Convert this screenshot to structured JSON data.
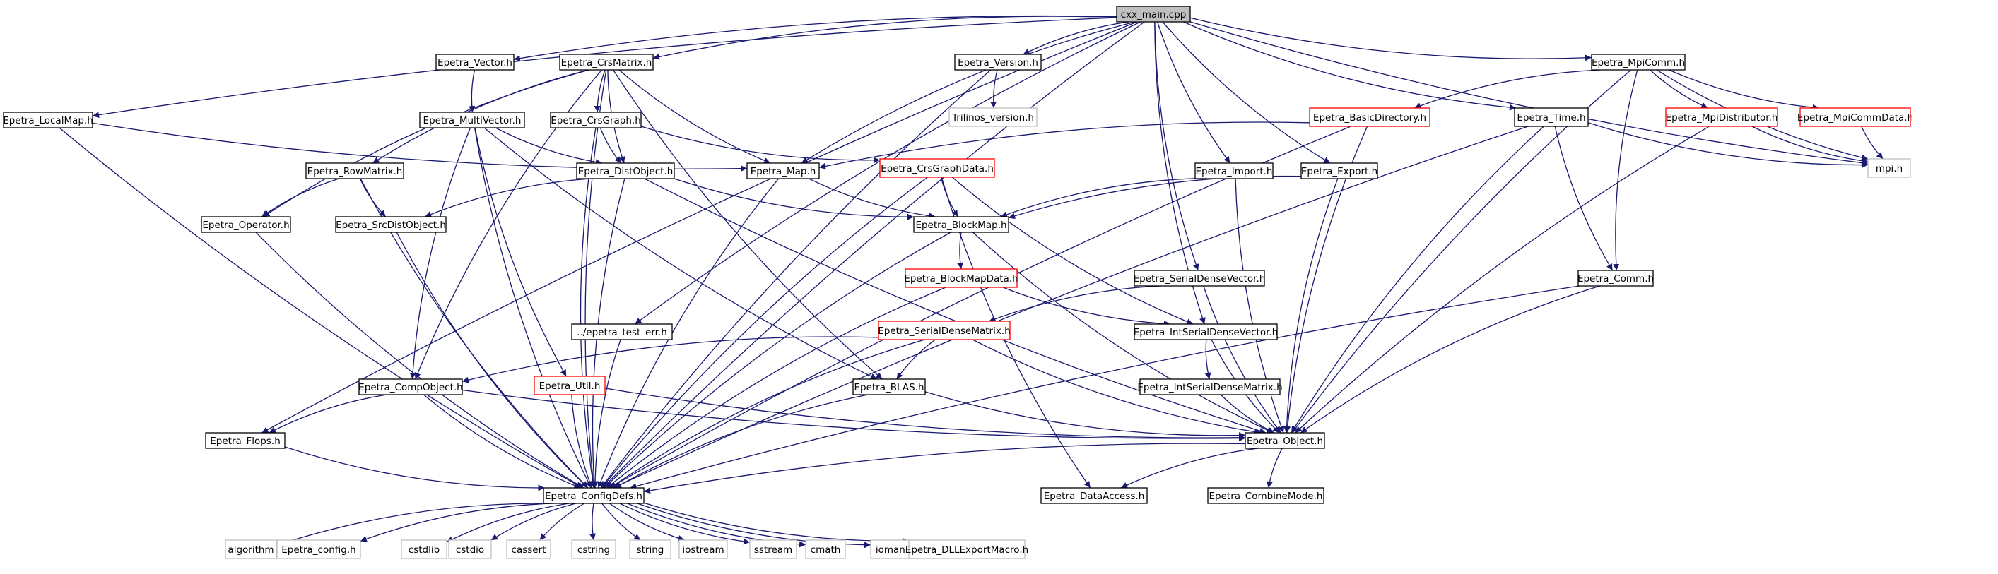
{
  "colors": {
    "edge": "#191970",
    "border_default": "#000000",
    "border_red": "#ff0000",
    "border_gray": "#bfbfbf",
    "fill_root": "#bfbfbf",
    "fill_default": "#ffffff"
  },
  "nodes": [
    {
      "id": "cxx_main",
      "label": "cxx_main.cpp",
      "style": "root"
    },
    {
      "id": "vector",
      "label": "Epetra_Vector.h",
      "style": "normal"
    },
    {
      "id": "crsmatrix",
      "label": "Epetra_CrsMatrix.h",
      "style": "normal"
    },
    {
      "id": "version",
      "label": "Epetra_Version.h",
      "style": "normal"
    },
    {
      "id": "mpicomm",
      "label": "Epetra_MpiComm.h",
      "style": "normal"
    },
    {
      "id": "localmap",
      "label": "Epetra_LocalMap.h",
      "style": "normal"
    },
    {
      "id": "multivector",
      "label": "Epetra_MultiVector.h",
      "style": "normal"
    },
    {
      "id": "crsgraph",
      "label": "Epetra_CrsGraph.h",
      "style": "normal"
    },
    {
      "id": "trilinos_version",
      "label": "Trilinos_version.h",
      "style": "gray"
    },
    {
      "id": "basicdirectory",
      "label": "Epetra_BasicDirectory.h",
      "style": "red"
    },
    {
      "id": "time",
      "label": "Epetra_Time.h",
      "style": "normal"
    },
    {
      "id": "mpidistributor",
      "label": "Epetra_MpiDistributor.h",
      "style": "red"
    },
    {
      "id": "mpicommdata",
      "label": "Epetra_MpiCommData.h",
      "style": "red"
    },
    {
      "id": "rowmatrix",
      "label": "Epetra_RowMatrix.h",
      "style": "normal"
    },
    {
      "id": "distobject",
      "label": "Epetra_DistObject.h",
      "style": "normal"
    },
    {
      "id": "map",
      "label": "Epetra_Map.h",
      "style": "normal"
    },
    {
      "id": "crsgraphdata",
      "label": "Epetra_CrsGraphData.h",
      "style": "red"
    },
    {
      "id": "import",
      "label": "Epetra_Import.h",
      "style": "normal"
    },
    {
      "id": "export",
      "label": "Epetra_Export.h",
      "style": "normal"
    },
    {
      "id": "mpi",
      "label": "mpi.h",
      "style": "gray"
    },
    {
      "id": "operator",
      "label": "Epetra_Operator.h",
      "style": "normal"
    },
    {
      "id": "srcdistobject",
      "label": "Epetra_SrcDistObject.h",
      "style": "normal"
    },
    {
      "id": "blockmap",
      "label": "Epetra_BlockMap.h",
      "style": "normal"
    },
    {
      "id": "blockmapdata",
      "label": "Epetra_BlockMapData.h",
      "style": "red"
    },
    {
      "id": "serialdensevector",
      "label": "Epetra_SerialDenseVector.h",
      "style": "normal"
    },
    {
      "id": "comm",
      "label": "Epetra_Comm.h",
      "style": "normal"
    },
    {
      "id": "test_err",
      "label": "../epetra_test_err.h",
      "style": "normal"
    },
    {
      "id": "serialdensematrix",
      "label": "Epetra_SerialDenseMatrix.h",
      "style": "red"
    },
    {
      "id": "intserialdensevector",
      "label": "Epetra_IntSerialDenseVector.h",
      "style": "normal"
    },
    {
      "id": "compobject",
      "label": "Epetra_CompObject.h",
      "style": "normal"
    },
    {
      "id": "util",
      "label": "Epetra_Util.h",
      "style": "red"
    },
    {
      "id": "blas",
      "label": "Epetra_BLAS.h",
      "style": "normal"
    },
    {
      "id": "intserialdensematrix",
      "label": "Epetra_IntSerialDenseMatrix.h",
      "style": "normal"
    },
    {
      "id": "flops",
      "label": "Epetra_Flops.h",
      "style": "normal"
    },
    {
      "id": "object",
      "label": "Epetra_Object.h",
      "style": "normal"
    },
    {
      "id": "configdefs",
      "label": "Epetra_ConfigDefs.h",
      "style": "normal"
    },
    {
      "id": "dataaccess",
      "label": "Epetra_DataAccess.h",
      "style": "normal"
    },
    {
      "id": "combinemode",
      "label": "Epetra_CombineMode.h",
      "style": "normal"
    },
    {
      "id": "algorithm",
      "label": "algorithm",
      "style": "gray"
    },
    {
      "id": "epetra_config",
      "label": "Epetra_config.h",
      "style": "gray"
    },
    {
      "id": "cstdlib",
      "label": "cstdlib",
      "style": "gray"
    },
    {
      "id": "cstdio",
      "label": "cstdio",
      "style": "gray"
    },
    {
      "id": "cassert",
      "label": "cassert",
      "style": "gray"
    },
    {
      "id": "cstring",
      "label": "cstring",
      "style": "gray"
    },
    {
      "id": "string",
      "label": "string",
      "style": "gray"
    },
    {
      "id": "iostream",
      "label": "iostream",
      "style": "gray"
    },
    {
      "id": "sstream",
      "label": "sstream",
      "style": "gray"
    },
    {
      "id": "cmath",
      "label": "cmath",
      "style": "gray"
    },
    {
      "id": "iomanip",
      "label": "iomanip",
      "style": "gray"
    },
    {
      "id": "dllexport",
      "label": "Epetra_DLLExportMacro.h",
      "style": "gray"
    }
  ],
  "edges": [
    [
      "cxx_main",
      "vector"
    ],
    [
      "cxx_main",
      "crsmatrix"
    ],
    [
      "cxx_main",
      "version"
    ],
    [
      "cxx_main",
      "mpicomm"
    ],
    [
      "cxx_main",
      "localmap"
    ],
    [
      "cxx_main",
      "map"
    ],
    [
      "cxx_main",
      "import"
    ],
    [
      "cxx_main",
      "export"
    ],
    [
      "cxx_main",
      "time"
    ],
    [
      "cxx_main",
      "mpi"
    ],
    [
      "cxx_main",
      "serialdensevector"
    ],
    [
      "cxx_main",
      "intserialdensevector"
    ],
    [
      "cxx_main",
      "test_err"
    ],
    [
      "cxx_main",
      "flops"
    ],
    [
      "cxx_main",
      "configdefs"
    ],
    [
      "vector",
      "multivector"
    ],
    [
      "crsmatrix",
      "crsgraph"
    ],
    [
      "crsmatrix",
      "distobject"
    ],
    [
      "crsmatrix",
      "map"
    ],
    [
      "crsmatrix",
      "rowmatrix"
    ],
    [
      "crsmatrix",
      "operator"
    ],
    [
      "crsmatrix",
      "blas"
    ],
    [
      "crsmatrix",
      "compobject"
    ],
    [
      "crsmatrix",
      "configdefs"
    ],
    [
      "version",
      "trilinos_version"
    ],
    [
      "version",
      "configdefs"
    ],
    [
      "mpicomm",
      "basicdirectory"
    ],
    [
      "mpicomm",
      "mpidistributor"
    ],
    [
      "mpicomm",
      "mpicommdata"
    ],
    [
      "mpicomm",
      "comm"
    ],
    [
      "mpicomm",
      "object"
    ],
    [
      "mpicomm",
      "mpi"
    ],
    [
      "localmap",
      "map"
    ],
    [
      "localmap",
      "configdefs"
    ],
    [
      "multivector",
      "distobject"
    ],
    [
      "multivector",
      "compobject"
    ],
    [
      "multivector",
      "util"
    ],
    [
      "multivector",
      "blas"
    ],
    [
      "multivector",
      "configdefs"
    ],
    [
      "crsgraph",
      "distobject"
    ],
    [
      "crsgraph",
      "crsgraphdata"
    ],
    [
      "crsgraph",
      "configdefs"
    ],
    [
      "basicdirectory",
      "map"
    ],
    [
      "basicdirectory",
      "object"
    ],
    [
      "basicdirectory",
      "configdefs"
    ],
    [
      "time",
      "comm"
    ],
    [
      "time",
      "object"
    ],
    [
      "time",
      "configdefs"
    ],
    [
      "time",
      "mpi"
    ],
    [
      "mpidistributor",
      "mpi"
    ],
    [
      "mpidistributor",
      "object"
    ],
    [
      "mpicommdata",
      "mpi"
    ],
    [
      "rowmatrix",
      "operator"
    ],
    [
      "rowmatrix",
      "srcdistobject"
    ],
    [
      "rowmatrix",
      "configdefs"
    ],
    [
      "distobject",
      "srcdistobject"
    ],
    [
      "distobject",
      "blockmap"
    ],
    [
      "distobject",
      "object"
    ],
    [
      "distobject",
      "configdefs"
    ],
    [
      "map",
      "blockmap"
    ],
    [
      "map",
      "configdefs"
    ],
    [
      "crsgraphdata",
      "blockmap"
    ],
    [
      "crsgraphdata",
      "intserialdensevector"
    ],
    [
      "crsgraphdata",
      "dataaccess"
    ],
    [
      "crsgraphdata",
      "configdefs"
    ],
    [
      "import",
      "blockmap"
    ],
    [
      "import",
      "object"
    ],
    [
      "export",
      "blockmap"
    ],
    [
      "export",
      "object"
    ],
    [
      "operator",
      "configdefs"
    ],
    [
      "srcdistobject",
      "configdefs"
    ],
    [
      "blockmap",
      "blockmapdata"
    ],
    [
      "blockmap",
      "object"
    ],
    [
      "blockmap",
      "configdefs"
    ],
    [
      "blockmapdata",
      "intserialdensevector"
    ],
    [
      "blockmapdata",
      "configdefs"
    ],
    [
      "serialdensevector",
      "serialdensematrix"
    ],
    [
      "serialdensevector",
      "object"
    ],
    [
      "comm",
      "object"
    ],
    [
      "comm",
      "configdefs"
    ],
    [
      "test_err",
      "configdefs"
    ],
    [
      "serialdensematrix",
      "compobject"
    ],
    [
      "serialdensematrix",
      "blas"
    ],
    [
      "serialdensematrix",
      "object"
    ],
    [
      "serialdensematrix",
      "configdefs"
    ],
    [
      "intserialdensevector",
      "intserialdensematrix"
    ],
    [
      "intserialdensevector",
      "object"
    ],
    [
      "compobject",
      "flops"
    ],
    [
      "compobject",
      "object"
    ],
    [
      "compobject",
      "configdefs"
    ],
    [
      "util",
      "object"
    ],
    [
      "util",
      "configdefs"
    ],
    [
      "blas",
      "object"
    ],
    [
      "blas",
      "configdefs"
    ],
    [
      "intserialdensematrix",
      "object"
    ],
    [
      "flops",
      "configdefs"
    ],
    [
      "object",
      "configdefs"
    ],
    [
      "object",
      "dataaccess"
    ],
    [
      "object",
      "combinemode"
    ],
    [
      "configdefs",
      "algorithm"
    ],
    [
      "configdefs",
      "epetra_config"
    ],
    [
      "configdefs",
      "cstdlib"
    ],
    [
      "configdefs",
      "cstdio"
    ],
    [
      "configdefs",
      "cassert"
    ],
    [
      "configdefs",
      "cstring"
    ],
    [
      "configdefs",
      "string"
    ],
    [
      "configdefs",
      "iostream"
    ],
    [
      "configdefs",
      "sstream"
    ],
    [
      "configdefs",
      "cmath"
    ],
    [
      "configdefs",
      "iomanip"
    ],
    [
      "configdefs",
      "dllexport"
    ]
  ]
}
